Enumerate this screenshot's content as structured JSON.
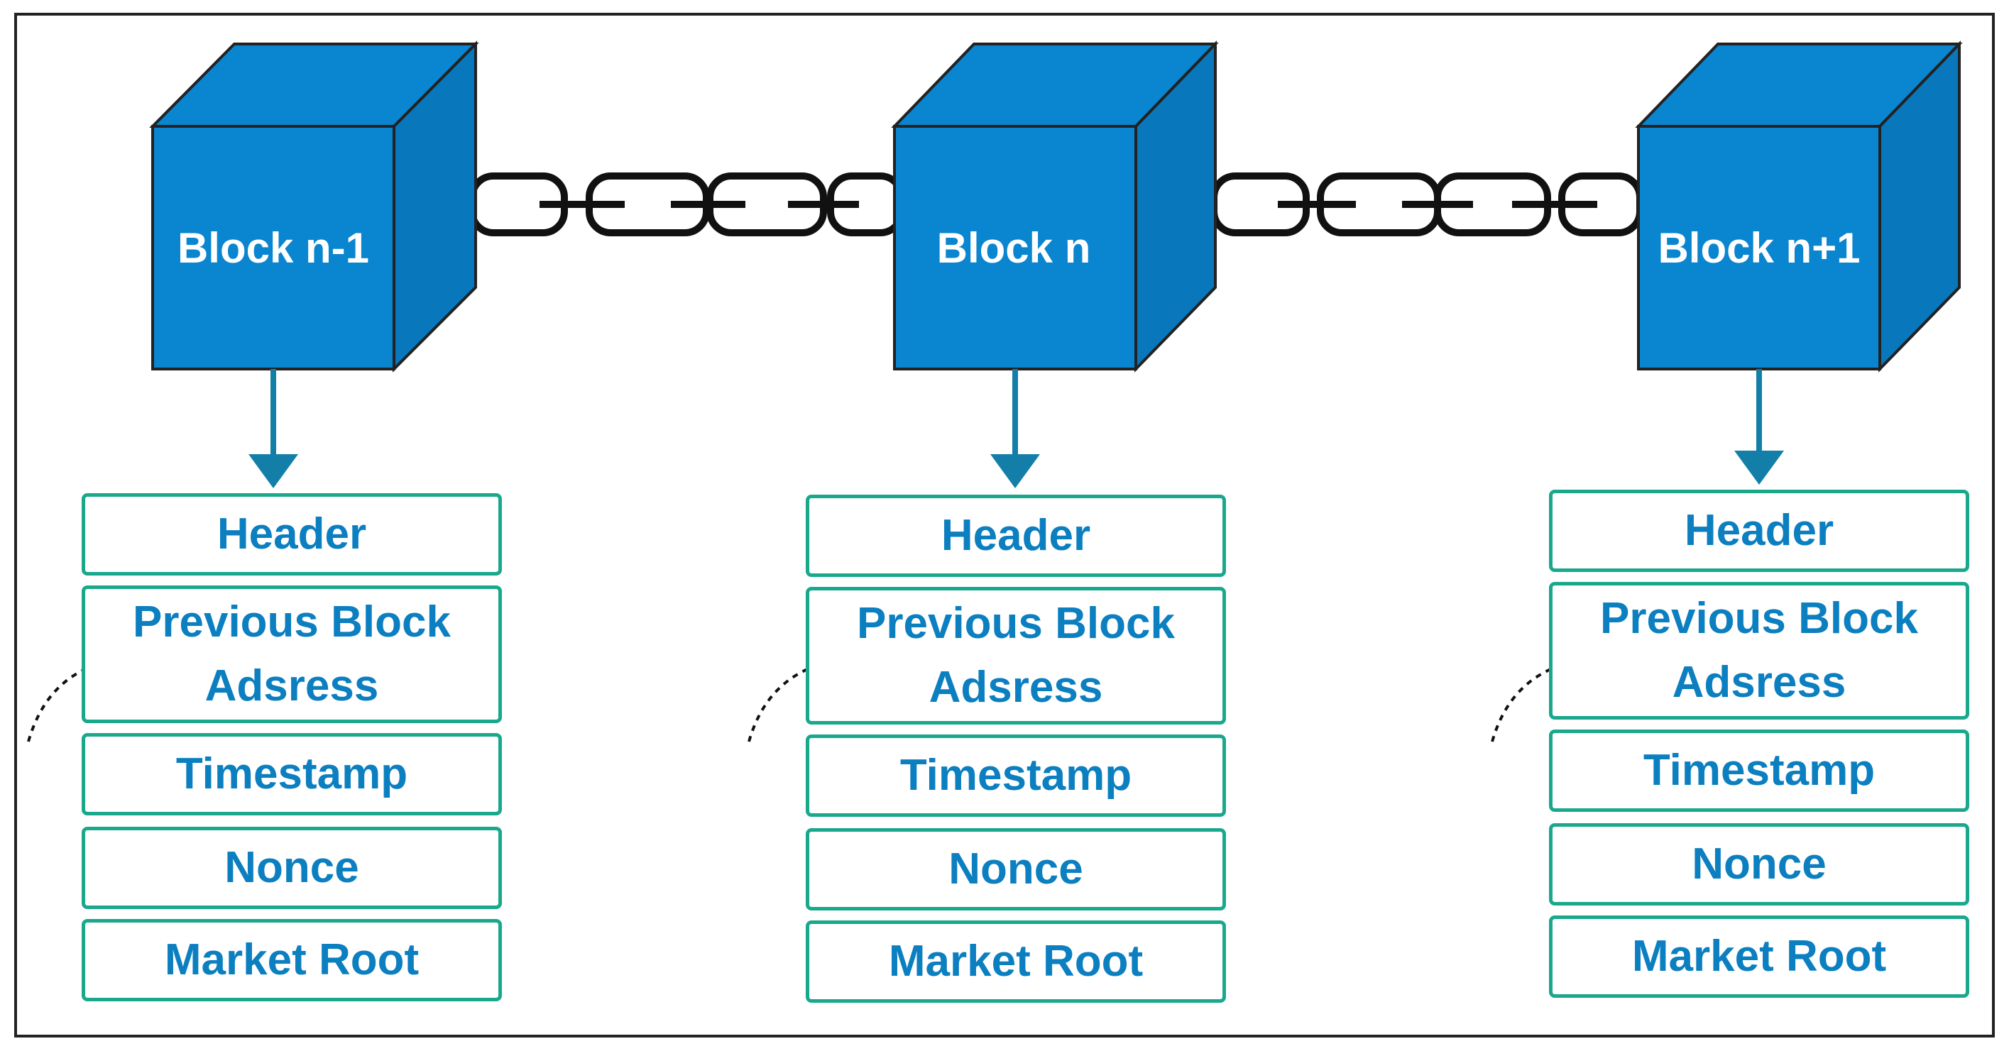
{
  "blocks": [
    {
      "label": "Block n-1",
      "fields": {
        "header": "Header",
        "prev_line1": "Previous Block",
        "prev_line2": "Adsress",
        "timestamp": "Timestamp",
        "nonce": "Nonce",
        "root": "Market Root"
      }
    },
    {
      "label": "Block n",
      "fields": {
        "header": "Header",
        "prev_line1": "Previous Block",
        "prev_line2": "Adsress",
        "timestamp": "Timestamp",
        "nonce": "Nonce",
        "root": "Market Root"
      }
    },
    {
      "label": "Block n+1",
      "fields": {
        "header": "Header",
        "prev_line1": "Previous Block",
        "prev_line2": "Adsress",
        "timestamp": "Timestamp",
        "nonce": "Nonce",
        "root": "Market Root"
      }
    }
  ],
  "colors": {
    "cube_front": "#0a85d0",
    "cube_top": "#0a85d0",
    "cube_side": "#0877bb",
    "arrow": "#137fa8",
    "field_border": "#1aa88c",
    "field_text": "#0b7fc0",
    "chain": "#111111"
  }
}
